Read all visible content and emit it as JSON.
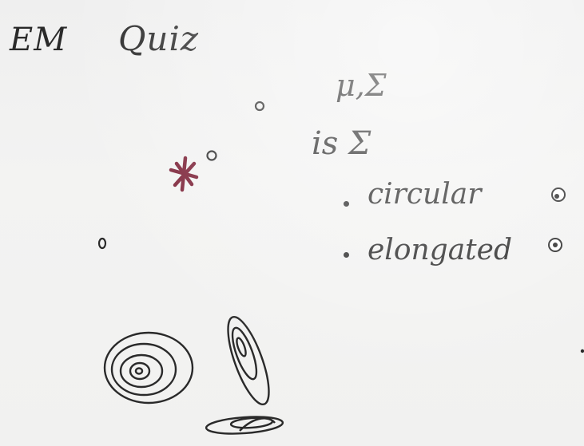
{
  "whiteboard": {
    "title_left": "EM",
    "title_right": "Quiz",
    "parameters": "μ,Σ",
    "question": "is Σ",
    "options": [
      "circular",
      "elongated"
    ]
  },
  "colors": {
    "ink": "#2a2a2a",
    "marker_red": "#7a1f35",
    "paper": "#f1f1f0"
  },
  "icons": {
    "star": "star-icon",
    "answer_circle": "radio-circle-icon"
  }
}
